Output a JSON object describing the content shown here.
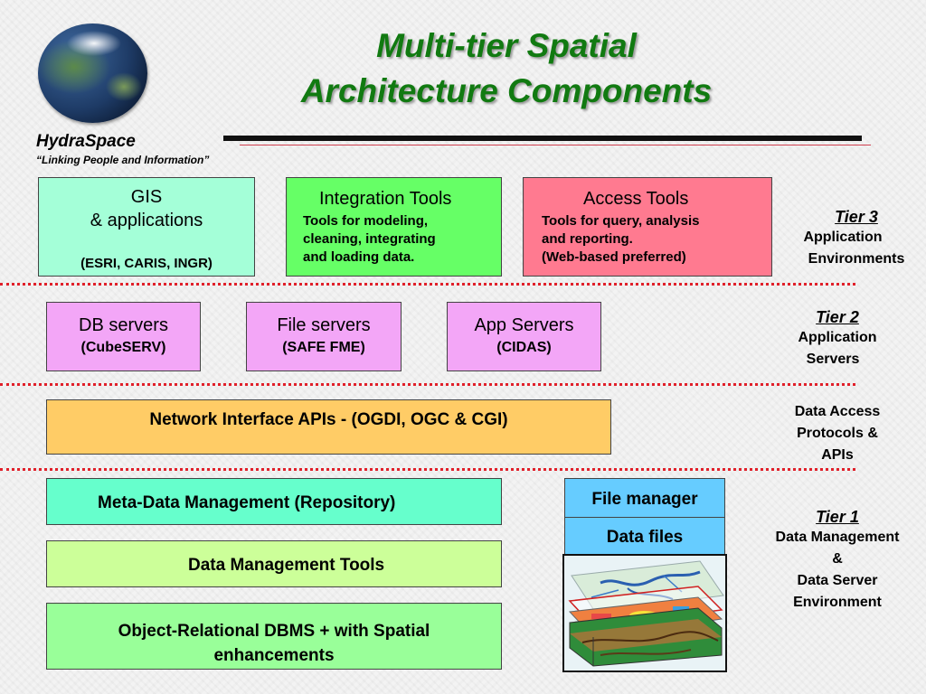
{
  "title_line1": "Multi-tier Spatial",
  "title_line2": "Architecture Components",
  "brand": "HydraSpace",
  "tagline": "“Linking People and Information”",
  "tier3": {
    "label": "Tier 3",
    "desc_line1": "Application",
    "desc_line2": "Environments",
    "boxes": {
      "gis": {
        "line1": "GIS",
        "line2": "& applications",
        "note": "(ESRI, CARIS, INGR)"
      },
      "integration": {
        "title": "Integration Tools",
        "l1": "Tools for modeling,",
        "l2": "cleaning, integrating",
        "l3": "and loading data."
      },
      "access": {
        "title": "Access Tools",
        "l1": "Tools for query, analysis",
        "l2": "and reporting.",
        "l3": "(Web-based preferred)"
      }
    }
  },
  "tier2": {
    "label": "Tier 2",
    "desc_line1": "Application",
    "desc_line2": "Servers",
    "boxes": {
      "db": {
        "title": "DB servers",
        "sub": "(CubeSERV)"
      },
      "file": {
        "title": "File servers",
        "sub": "(SAFE FME)"
      },
      "app": {
        "title": "App Servers",
        "sub": "(CIDAS)"
      }
    }
  },
  "protocols": {
    "box": "Network Interface APIs - (OGDI, OGC & CGI)",
    "desc_line1": "Data Access",
    "desc_line2": "Protocols &",
    "desc_line3": "APIs"
  },
  "tier1": {
    "label": "Tier 1",
    "desc_line1": "Data Management",
    "desc_line2": "&",
    "desc_line3": "Data Server",
    "desc_line4": "Environment",
    "boxes": {
      "metadata": "Meta-Data Management (Repository)",
      "dmtools": "Data Management Tools",
      "ordbms_line1": "Object-Relational DBMS + with Spatial",
      "ordbms_line2": "enhancements",
      "file_manager": "File manager",
      "data_files": "Data files"
    }
  },
  "colors": {
    "title_green": "#117a11",
    "gis": "#a4ffd8",
    "integration": "#66ff66",
    "access": "#ff7a90",
    "servers": "#f3a6f7",
    "network": "#ffcc66",
    "metadata": "#66ffcc",
    "dmtools": "#ccff99",
    "ordbms": "#99ff99",
    "file_blue": "#66ccff",
    "separator": "#e0202a"
  }
}
